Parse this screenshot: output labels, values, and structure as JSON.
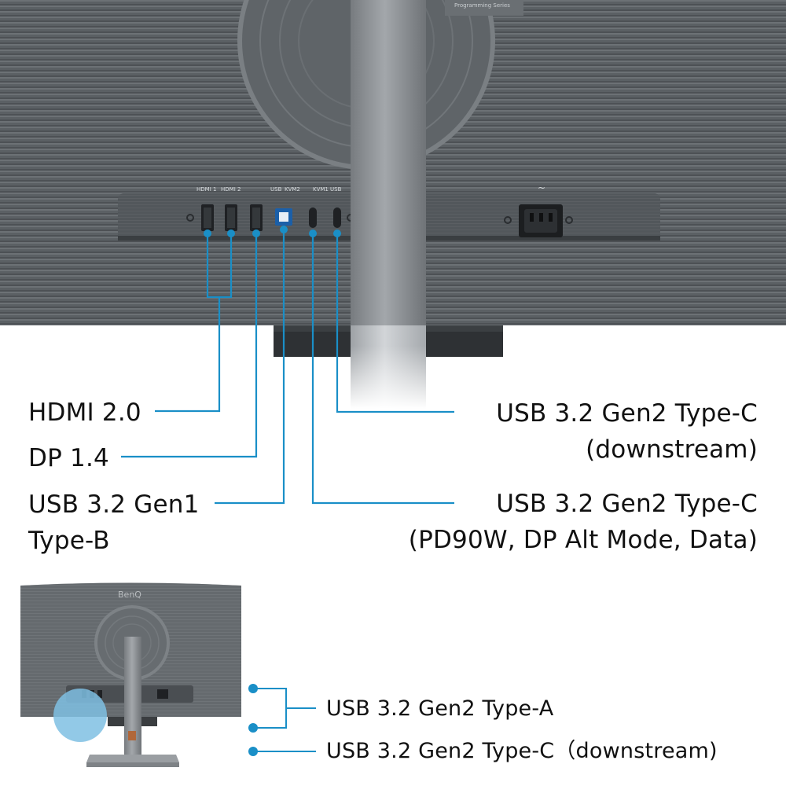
{
  "colors": {
    "accent": "#1a8fc7",
    "housing": "#5d6266",
    "stand": "#8a8e92",
    "text": "#111111"
  },
  "back_panel": {
    "series_text": "Programming Series",
    "port_labels": [
      "HDMI 1",
      "HDMI 2",
      "USB",
      "KVM2",
      "KVM1",
      "USB"
    ],
    "power_symbol": "~"
  },
  "callouts": {
    "hdmi": "HDMI 2.0",
    "dp": "DP 1.4",
    "usb_b_line1": "USB 3.2 Gen1",
    "usb_b_line2": "Type-B",
    "usb_c_down_line1": "USB 3.2 Gen2 Type-C",
    "usb_c_down_line2": "(downstream)",
    "usb_c_pd_line1": "USB 3.2 Gen2 Type-C",
    "usb_c_pd_line2": "(PD90W, DP Alt Mode, Data)"
  },
  "thumbnail": {
    "brand": "BenQ",
    "usb_a": "USB 3.2 Gen2 Type-A",
    "usb_c": "USB 3.2 Gen2 Type-C（downstream)"
  }
}
